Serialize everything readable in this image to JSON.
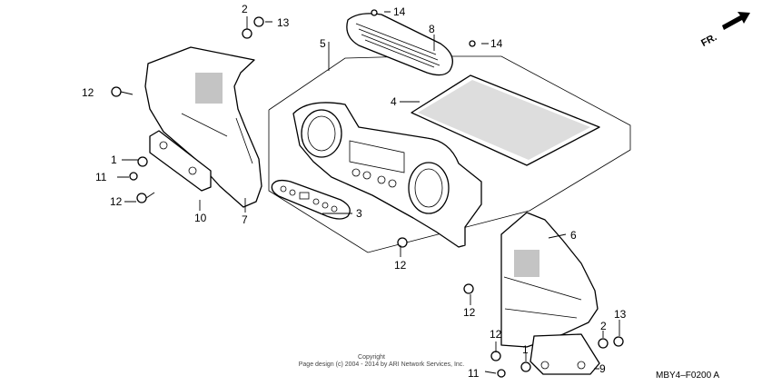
{
  "direction_label": "FR.",
  "callouts": {
    "c1_top": "1",
    "c1_bottom": "1",
    "c2_top": "2",
    "c2_right": "2",
    "c3": "3",
    "c4": "4",
    "c5": "5",
    "c6": "6",
    "c7": "7",
    "c8": "8",
    "c9": "9",
    "c10": "10",
    "c11_left": "11",
    "c11_bottom": "11",
    "c12_left_top": "12",
    "c12_left_mid": "12",
    "c12_center": "12",
    "c12_right_mid": "12",
    "c12_right_bottom": "12",
    "c13_top": "13",
    "c13_right": "13",
    "c14_top": "14",
    "c14_right": "14"
  },
  "copyright": {
    "line1": "Copyright",
    "line2": "Page design (c) 2004 - 2014 by ARI Network Services, Inc."
  },
  "diagram_code": "MBY4–F0200 A"
}
